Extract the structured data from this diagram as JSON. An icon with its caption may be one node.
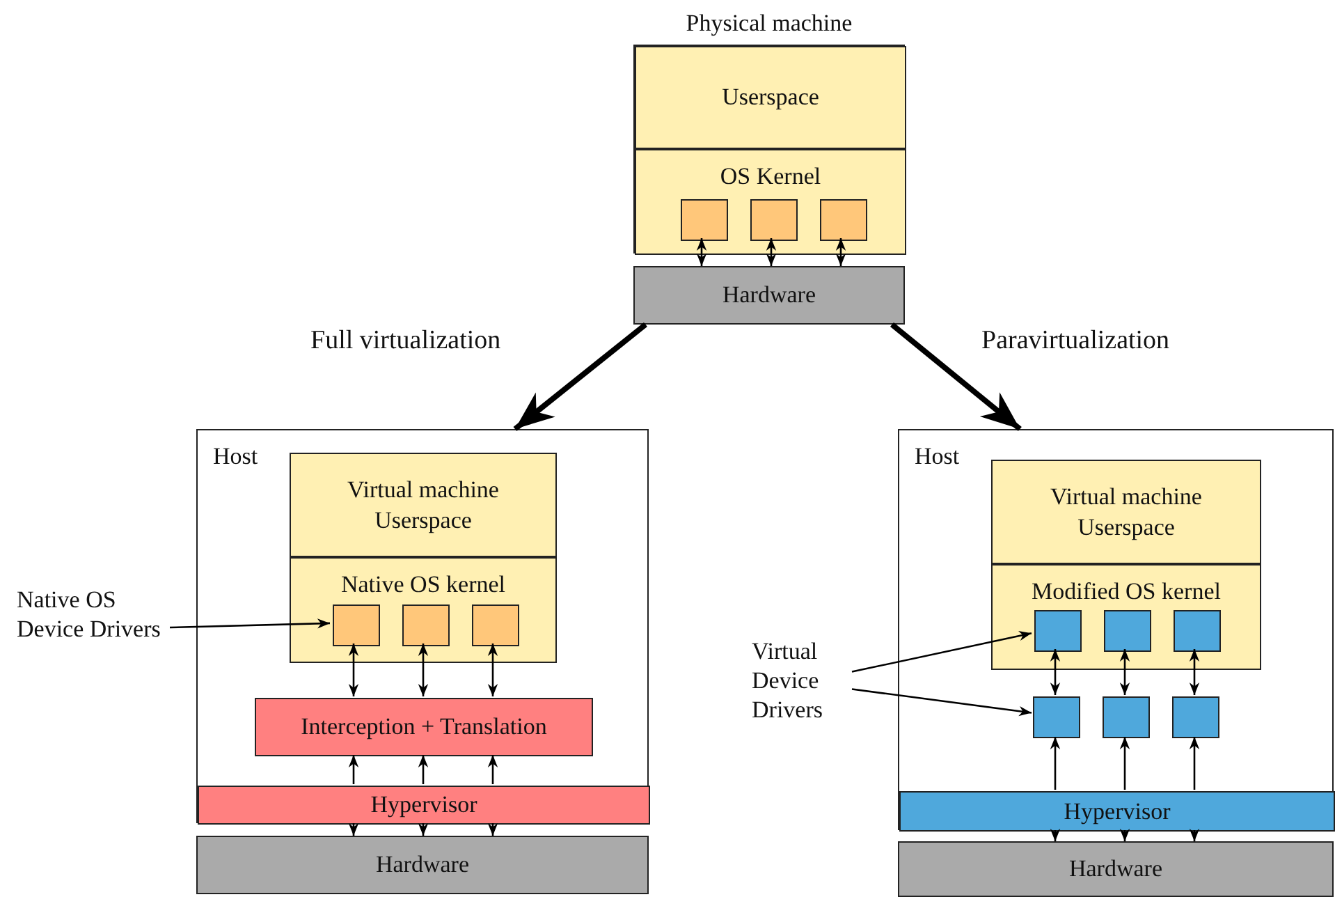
{
  "diagram": {
    "nodes": [
      {
        "text": [
          "Physical machine"
        ]
      },
      {
        "text": [
          "Userspace"
        ],
        "in": 0
      },
      {
        "text": [
          "OS Kernel"
        ],
        "in": 0
      },
      {
        "text": [],
        "shape": "box",
        "in": 2
      },
      {
        "text": [],
        "shape": "box",
        "in": 2
      },
      {
        "text": [],
        "shape": "box",
        "in": 2
      },
      {
        "text": [
          "Hardware"
        ]
      },
      {
        "text": [
          "Host"
        ]
      },
      {
        "text": [
          "Virtual machine Userspace"
        ],
        "in": 7
      },
      {
        "text": [
          "Native OS kernel"
        ],
        "in": 7
      },
      {
        "text": [],
        "shape": "box",
        "in": 9
      },
      {
        "text": [],
        "shape": "box",
        "in": 9
      },
      {
        "text": [],
        "shape": "box",
        "in": 9
      },
      {
        "text": [
          "Interception + Translation"
        ],
        "in": 7
      },
      {
        "text": [
          "Hypervisor"
        ],
        "in": 7
      },
      {
        "text": [
          "Hardware"
        ]
      },
      {
        "text": [
          "Native OS Device Drivers"
        ]
      },
      {
        "text": [
          "Host"
        ]
      },
      {
        "text": [
          "Virtual machine Userspace"
        ],
        "in": 17
      },
      {
        "text": [
          "Modified OS kernel"
        ],
        "in": 17
      },
      {
        "text": [],
        "shape": "box",
        "in": 19
      },
      {
        "text": [],
        "shape": "box",
        "in": 19
      },
      {
        "text": [],
        "shape": "box",
        "in": 19
      },
      {
        "text": [],
        "shape": "box",
        "in": 17
      },
      {
        "text": [],
        "shape": "box",
        "in": 17
      },
      {
        "text": [],
        "shape": "box",
        "in": 17
      },
      {
        "text": [
          "Hypervisor"
        ],
        "in": 17
      },
      {
        "text": [
          "Hardware"
        ]
      },
      {
        "text": [
          "Virtual Device Drivers"
        ]
      }
    ],
    "edges": [
      {
        "from": 3,
        "to": 6,
        "arrow": "both"
      },
      {
        "from": 4,
        "to": 6,
        "arrow": "both"
      },
      {
        "from": 5,
        "to": 6,
        "arrow": "both"
      },
      {
        "from": 6,
        "to": 7,
        "arrow": "to",
        "label": "Full virtualization",
        "style": "thick"
      },
      {
        "from": 6,
        "to": 17,
        "arrow": "to",
        "label": "Paravirtualization",
        "style": "thick"
      },
      {
        "from": 16,
        "to": 10,
        "arrow": "to"
      },
      {
        "from": 10,
        "to": 13,
        "arrow": "both"
      },
      {
        "from": 11,
        "to": 13,
        "arrow": "both"
      },
      {
        "from": 12,
        "to": 13,
        "arrow": "both"
      },
      {
        "from": 14,
        "to": 13,
        "arrow": "to"
      },
      {
        "from": 14,
        "to": 13,
        "arrow": "to"
      },
      {
        "from": 14,
        "to": 13,
        "arrow": "to"
      },
      {
        "from": 14,
        "to": 15,
        "arrow": "to"
      },
      {
        "from": 14,
        "to": 15,
        "arrow": "to"
      },
      {
        "from": 14,
        "to": 15,
        "arrow": "to"
      },
      {
        "from": 28,
        "to": 20,
        "arrow": "to"
      },
      {
        "from": 28,
        "to": 23,
        "arrow": "to"
      },
      {
        "from": 20,
        "to": 23,
        "arrow": "both"
      },
      {
        "from": 21,
        "to": 24,
        "arrow": "both"
      },
      {
        "from": 22,
        "to": 25,
        "arrow": "both"
      },
      {
        "from": 26,
        "to": 23,
        "arrow": "to"
      },
      {
        "from": 26,
        "to": 24,
        "arrow": "to"
      },
      {
        "from": 26,
        "to": 25,
        "arrow": "to"
      },
      {
        "from": 26,
        "to": 27,
        "arrow": "to"
      },
      {
        "from": 26,
        "to": 27,
        "arrow": "to"
      },
      {
        "from": 26,
        "to": 27,
        "arrow": "to"
      }
    ]
  }
}
